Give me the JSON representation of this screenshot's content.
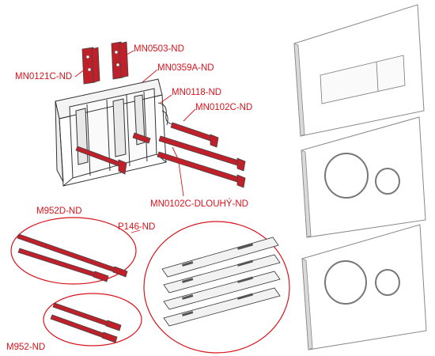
{
  "labels": {
    "mn0503": "MN0503-ND",
    "mn0121c": "MN0121C-ND",
    "mn0359a": "MN0359A-ND",
    "mn0118": "MN0118-ND",
    "mn0102c": "MN0102C-ND",
    "mn0102c_dlouhy": "MN0102C-DLOUHÝ-ND",
    "m952d": "M952D-ND",
    "p146": "P146-ND",
    "m952": "M952-ND"
  },
  "colors": {
    "accent": "#d8141c",
    "part_fill": "#c0202a",
    "outline": "#333333"
  }
}
